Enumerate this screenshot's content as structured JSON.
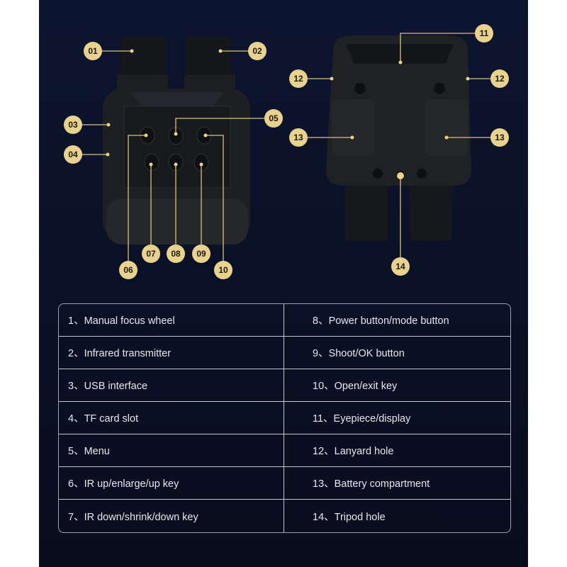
{
  "colors": {
    "background": "#0b1228",
    "marker": "#e9d28e",
    "line": "#d9c27c"
  },
  "front_markers": [
    "01",
    "02",
    "03",
    "04",
    "05",
    "06",
    "07",
    "08",
    "09",
    "10"
  ],
  "back_markers": [
    "11",
    "12",
    "12",
    "13",
    "13",
    "14"
  ],
  "spec_table": {
    "left": [
      "1、Manual focus wheel",
      "2、Infrared transmitter",
      "3、USB interface",
      "4、TF card slot",
      "5、Menu",
      "6、IR up/enlarge/up key",
      "7、IR down/shrink/down key"
    ],
    "right": [
      "8、Power button/mode button",
      "9、Shoot/OK button",
      "10、Open/exit key",
      "11、Eyepiece/display",
      "12、Lanyard hole",
      "13、Battery compartment",
      "14、Tripod hole"
    ]
  }
}
